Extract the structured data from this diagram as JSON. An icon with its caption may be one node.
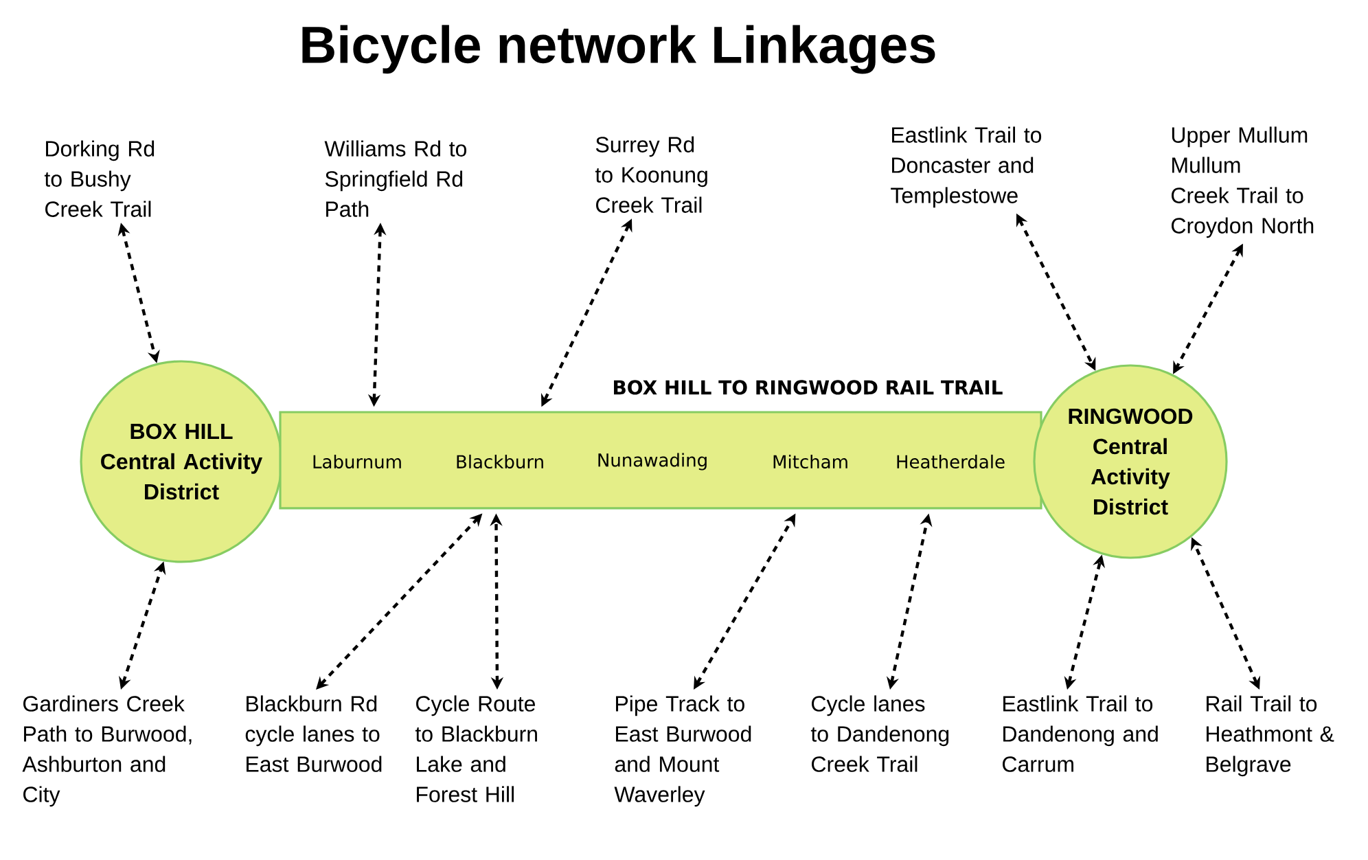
{
  "diagram": {
    "title": "Bicycle network Linkages",
    "nodes": [
      {
        "text": [
          "BOX HILL Central Activity District"
        ]
      },
      {
        "text": [
          "BOX HILL TO RINGWOOD RAIL TRAIL",
          "Laburnum",
          "Blackburn",
          "Nunawading",
          "Mitcham",
          "Heatherdale"
        ]
      },
      {
        "text": [
          "RINGWOOD Central Activity District"
        ]
      },
      {
        "text": [
          "Dorking Rd to Bushy Creek Trail"
        ]
      },
      {
        "text": [
          "Williams Rd to Springfield Rd Path"
        ]
      },
      {
        "text": [
          "Surrey Rd to Koonung Creek Trail"
        ]
      },
      {
        "text": [
          "Eastlink Trail to Doncaster and Templestowe"
        ]
      },
      {
        "text": [
          "Upper Mullum Mullum Creek Trail to Croydon North"
        ]
      },
      {
        "text": [
          "Gardiners Creek Path to Burwood, Ashburton and City"
        ]
      },
      {
        "text": [
          "Blackburn Rd cycle lanes to East Burwood"
        ]
      },
      {
        "text": [
          "Cycle Route to Blackburn Lake and Forest Hill"
        ]
      },
      {
        "text": [
          "Pipe Track to East Burwood and Mount Waverley"
        ]
      },
      {
        "text": [
          "Cycle lanes to Dandenong Creek Trail"
        ]
      },
      {
        "text": [
          "Eastlink Trail to Dandenong and Carrum"
        ]
      },
      {
        "text": [
          "Rail Trail to Heathmont & Belgrave"
        ]
      }
    ],
    "edges": [
      {
        "from": 3,
        "to": 0,
        "arrow": "both",
        "style": "dashed"
      },
      {
        "from": 4,
        "to": 1,
        "arrow": "both",
        "style": "dashed"
      },
      {
        "from": 5,
        "to": 1,
        "arrow": "both",
        "style": "dashed"
      },
      {
        "from": 6,
        "to": 2,
        "arrow": "both",
        "style": "dashed"
      },
      {
        "from": 7,
        "to": 2,
        "arrow": "both",
        "style": "dashed"
      },
      {
        "from": 8,
        "to": 0,
        "arrow": "both",
        "style": "dashed"
      },
      {
        "from": 9,
        "to": 1,
        "arrow": "both",
        "style": "dashed"
      },
      {
        "from": 10,
        "to": 1,
        "arrow": "both",
        "style": "dashed"
      },
      {
        "from": 11,
        "to": 1,
        "arrow": "both",
        "style": "dashed"
      },
      {
        "from": 12,
        "to": 1,
        "arrow": "both",
        "style": "dashed"
      },
      {
        "from": 13,
        "to": 2,
        "arrow": "both",
        "style": "dashed"
      },
      {
        "from": 14,
        "to": 2,
        "arrow": "both",
        "style": "dashed"
      }
    ]
  }
}
